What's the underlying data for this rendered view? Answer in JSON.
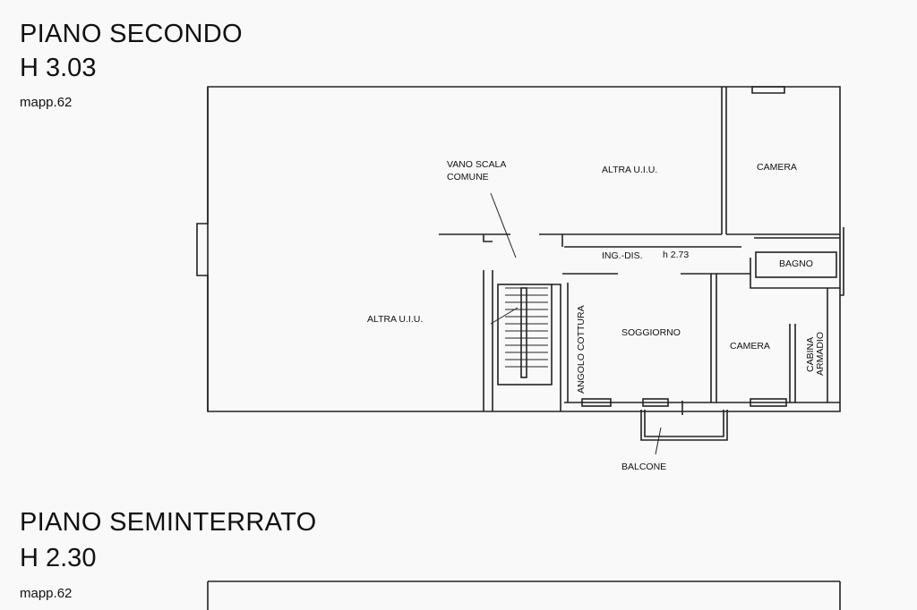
{
  "floors": [
    {
      "title": "PIANO SECONDO",
      "height": "H 3.03",
      "mapp": "mapp.62"
    },
    {
      "title": "PIANO SEMINTERRATO",
      "height": "H 2.30",
      "mapp": "mapp.62"
    }
  ],
  "rooms": {
    "vano_scala_line1": "VANO SCALA",
    "vano_scala_line2": "COMUNE",
    "altra_uiu_top": "ALTRA U.I.U.",
    "altra_uiu_left": "ALTRA U.I.U.",
    "camera_top": "CAMERA",
    "bagno": "BAGNO",
    "ing_dis": "ING.-DIS.",
    "ing_height": "h 2.73",
    "angolo_cottura": "ANGOLO COTTURA",
    "soggiorno": "SOGGIORNO",
    "camera_bottom": "CAMERA",
    "cabina_line1": "CABINA",
    "cabina_line2": "ARMADIO",
    "balcone": "BALCONE"
  }
}
